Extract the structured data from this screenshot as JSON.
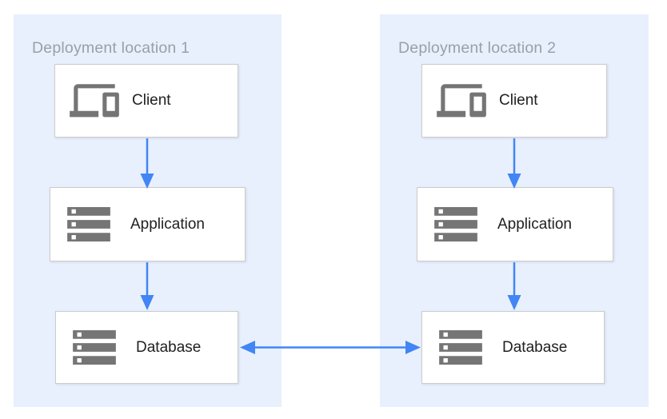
{
  "diagram": {
    "type": "architecture-diagram",
    "colors": {
      "zone_bg": "#e8f0fe",
      "box_border": "#cccccc",
      "icon_gray": "#757575",
      "title_gray": "#9aa0a6",
      "label_dark": "#212121",
      "arrow_blue": "#4285f4",
      "page_bg": "#ffffff"
    },
    "zones": [
      {
        "title": "Deployment location 1",
        "nodes": [
          {
            "label": "Client",
            "icon": "devices-icon"
          },
          {
            "label": "Application",
            "icon": "storage-icon"
          },
          {
            "label": "Database",
            "icon": "storage-icon"
          }
        ]
      },
      {
        "title": "Deployment location 2",
        "nodes": [
          {
            "label": "Client",
            "icon": "devices-icon"
          },
          {
            "label": "Application",
            "icon": "storage-icon"
          },
          {
            "label": "Database",
            "icon": "storage-icon"
          }
        ]
      }
    ],
    "edges": [
      {
        "from": "client-1",
        "to": "application-1",
        "direction": "down"
      },
      {
        "from": "application-1",
        "to": "database-1",
        "direction": "down"
      },
      {
        "from": "client-2",
        "to": "application-2",
        "direction": "down"
      },
      {
        "from": "application-2",
        "to": "database-2",
        "direction": "down"
      },
      {
        "from": "database-1",
        "to": "database-2",
        "direction": "bidirectional"
      }
    ]
  }
}
